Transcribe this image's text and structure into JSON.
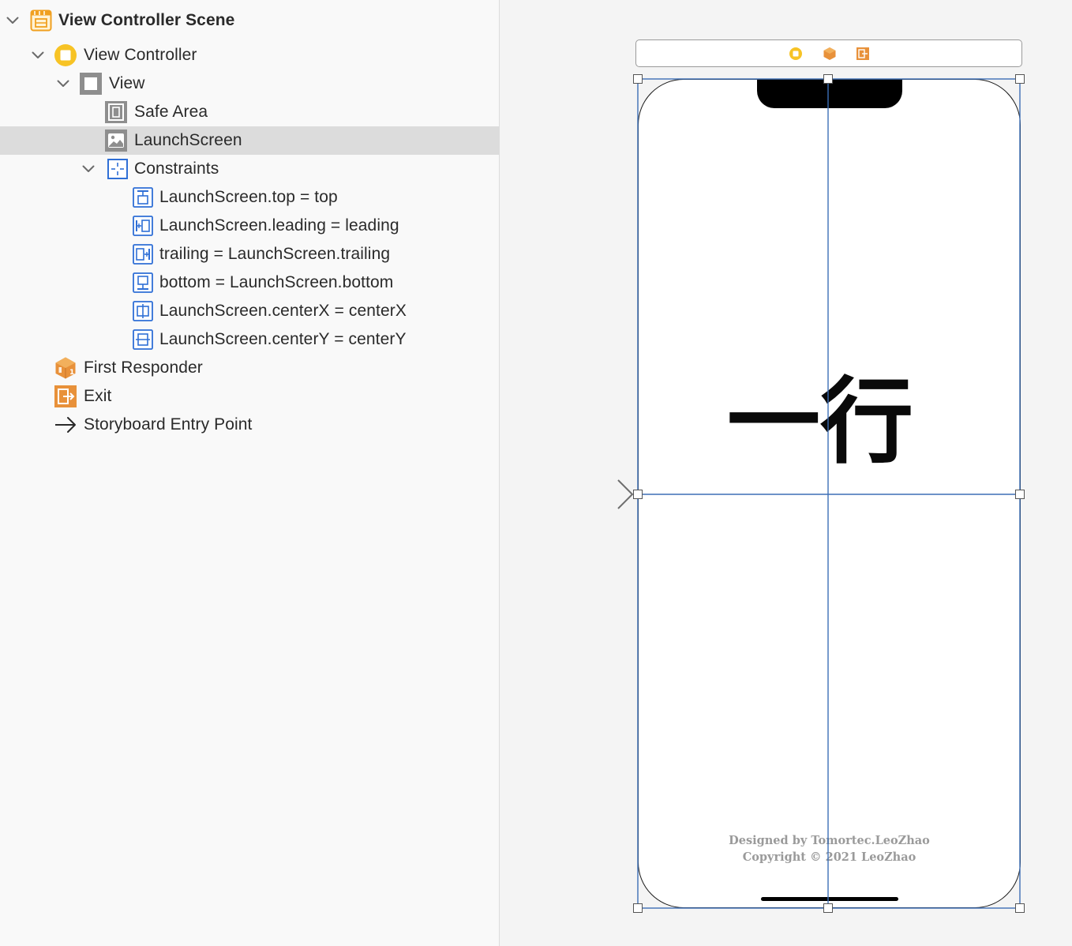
{
  "outline": {
    "scene_title": "View Controller Scene",
    "view_controller": "View Controller",
    "view": "View",
    "safe_area": "Safe Area",
    "launch_screen": "LaunchScreen",
    "constraints_header": "Constraints",
    "constraints": [
      "LaunchScreen.top = top",
      "LaunchScreen.leading = leading",
      "trailing = LaunchScreen.trailing",
      "bottom = LaunchScreen.bottom",
      "LaunchScreen.centerX = centerX",
      "LaunchScreen.centerY = centerY"
    ],
    "first_responder": "First Responder",
    "exit": "Exit",
    "entry_point": "Storyboard Entry Point"
  },
  "canvas": {
    "logo_text": "一行",
    "credit_line1": "Designed by Tomortec.LeoZhao",
    "credit_line2": "Copyright © 2021 LeoZhao"
  },
  "colors": {
    "selection": "#dcdcdc",
    "constraint_blue": "#2f6fd6",
    "guide_blue": "#3d6fb6",
    "scene_orange": "#f0a020",
    "vc_yellow": "#f7c325",
    "responder_orange": "#e8913a"
  },
  "icons": {
    "scene": "storyboard-scene-icon",
    "view_controller": "view-controller-icon",
    "view": "view-icon",
    "safe_area": "safe-area-icon",
    "image_view": "image-view-icon",
    "constraints": "constraints-icon",
    "first_responder": "first-responder-icon",
    "exit": "exit-icon",
    "entry_point": "arrow-right-icon"
  }
}
